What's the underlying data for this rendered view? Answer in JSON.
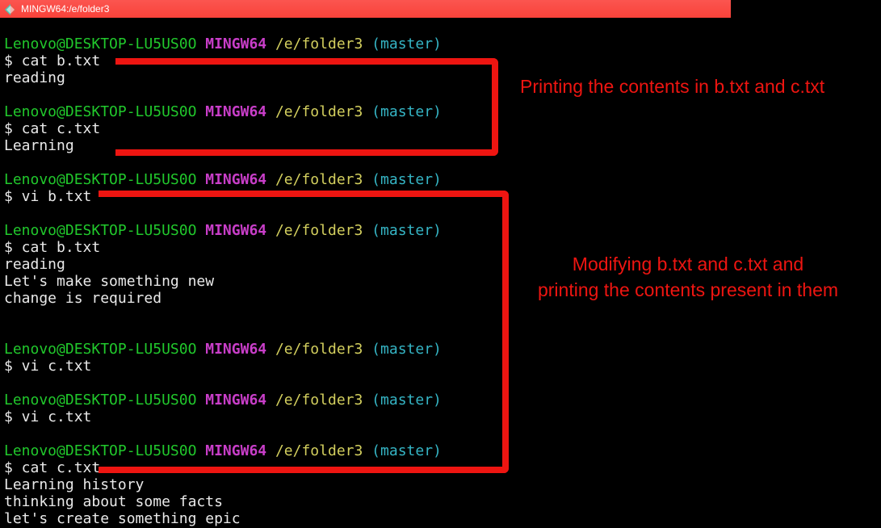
{
  "window": {
    "title": "MINGW64:/e/folder3"
  },
  "terminal": {
    "prompt": {
      "user_host": "Lenovo@DESKTOP-LU5US0O",
      "platform": "MINGW64",
      "path": "/e/folder3",
      "branch": "(master)"
    },
    "lines": [
      {
        "type": "prompt"
      },
      {
        "type": "cmd",
        "text": "$ cat b.txt"
      },
      {
        "type": "out",
        "text": "reading"
      },
      {
        "type": "blank"
      },
      {
        "type": "prompt"
      },
      {
        "type": "cmd",
        "text": "$ cat c.txt"
      },
      {
        "type": "out",
        "text": "Learning"
      },
      {
        "type": "blank"
      },
      {
        "type": "prompt"
      },
      {
        "type": "cmd",
        "text": "$ vi b.txt"
      },
      {
        "type": "blank"
      },
      {
        "type": "prompt"
      },
      {
        "type": "cmd",
        "text": "$ cat b.txt"
      },
      {
        "type": "out",
        "text": "reading"
      },
      {
        "type": "out",
        "text": "Let's make something new"
      },
      {
        "type": "out",
        "text": "change is required"
      },
      {
        "type": "blank"
      },
      {
        "type": "blank"
      },
      {
        "type": "prompt"
      },
      {
        "type": "cmd",
        "text": "$ vi c.txt"
      },
      {
        "type": "blank"
      },
      {
        "type": "prompt"
      },
      {
        "type": "cmd",
        "text": "$ vi c.txt"
      },
      {
        "type": "blank"
      },
      {
        "type": "prompt"
      },
      {
        "type": "cmd",
        "text": "$ cat c.txt"
      },
      {
        "type": "out",
        "text": "Learning history"
      },
      {
        "type": "out",
        "text": "thinking about some facts"
      },
      {
        "type": "out",
        "text": "let's create something epic"
      }
    ]
  },
  "annotations": {
    "note1": "Printing the contents in b.txt and c.txt",
    "note2_line1": "Modifying b.txt and c.txt and",
    "note2_line2": "printing the contents present in them"
  },
  "colors": {
    "titlebar": "#f9423a",
    "term-bg": "#000000",
    "term-text": "#e9e9e9",
    "green": "#21c82c",
    "purple": "#c93ec9",
    "yellow": "#d3cf5e",
    "cyan": "#35b5c5",
    "annotation": "#ee1511"
  }
}
